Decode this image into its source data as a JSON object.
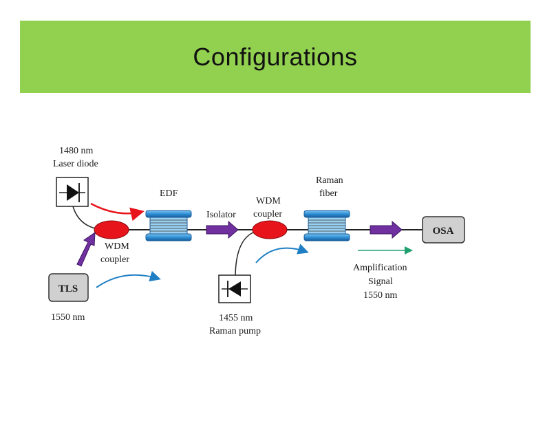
{
  "slide": {
    "title": "Configurations"
  },
  "diagram": {
    "laser_diode": {
      "line1": "1480 nm",
      "line2": "Laser diode"
    },
    "edf": {
      "label": "EDF"
    },
    "isolator": {
      "label": "Isolator"
    },
    "wdm_coupler_right": {
      "line1": "WDM",
      "line2": "coupler"
    },
    "raman_fiber": {
      "line1": "Raman",
      "line2": "fiber"
    },
    "osa": {
      "label": "OSA"
    },
    "wdm_coupler_left": {
      "line1": "WDM",
      "line2": "coupler"
    },
    "tls": {
      "label": "TLS",
      "wavelength": "1550 nm"
    },
    "raman_pump": {
      "line1": "1455 nm",
      "line2": "Raman pump"
    },
    "amplification": {
      "line1": "Amplification",
      "line2": "Signal",
      "line3": "1550 nm"
    },
    "colors": {
      "title_bar": "#92d050",
      "coupler": "#e8141c",
      "isolator_arrow": "#7030a0",
      "spool": "#2e8fd6",
      "pump_arrow": "#e8141c",
      "signal_arrow": "#1f7fc4",
      "amplification_arrow": "#20a070",
      "box_fill": "#d0d0d0"
    }
  }
}
